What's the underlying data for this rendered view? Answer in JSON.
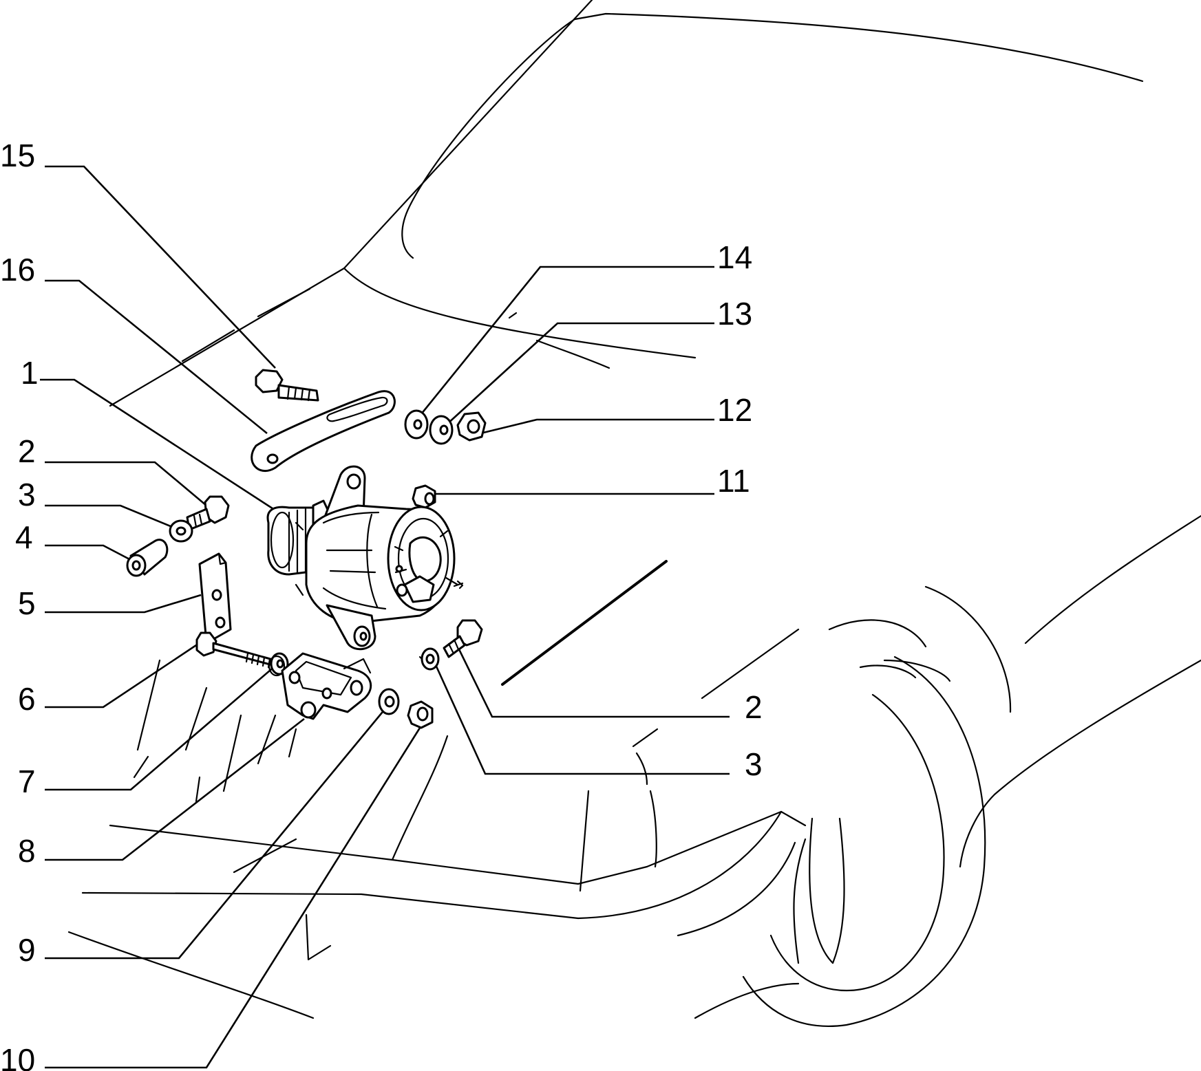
{
  "callouts": [
    {
      "id": "15",
      "label": "15"
    },
    {
      "id": "16",
      "label": "16"
    },
    {
      "id": "1",
      "label": "1"
    },
    {
      "id": "2-left",
      "label": "2"
    },
    {
      "id": "3-left",
      "label": "3"
    },
    {
      "id": "4",
      "label": "4"
    },
    {
      "id": "5",
      "label": "5"
    },
    {
      "id": "6",
      "label": "6"
    },
    {
      "id": "7",
      "label": "7"
    },
    {
      "id": "8",
      "label": "8"
    },
    {
      "id": "9",
      "label": "9"
    },
    {
      "id": "10",
      "label": "10"
    },
    {
      "id": "14",
      "label": "14"
    },
    {
      "id": "13",
      "label": "13"
    },
    {
      "id": "12",
      "label": "12"
    },
    {
      "id": "11",
      "label": "11"
    },
    {
      "id": "2-right",
      "label": "2"
    },
    {
      "id": "3-right",
      "label": "3"
    }
  ],
  "colors": {
    "ink": "#000000",
    "paper": "#ffffff"
  },
  "icons": {
    "main_part": "alternator-icon",
    "context": "car-front-outline-icon"
  }
}
